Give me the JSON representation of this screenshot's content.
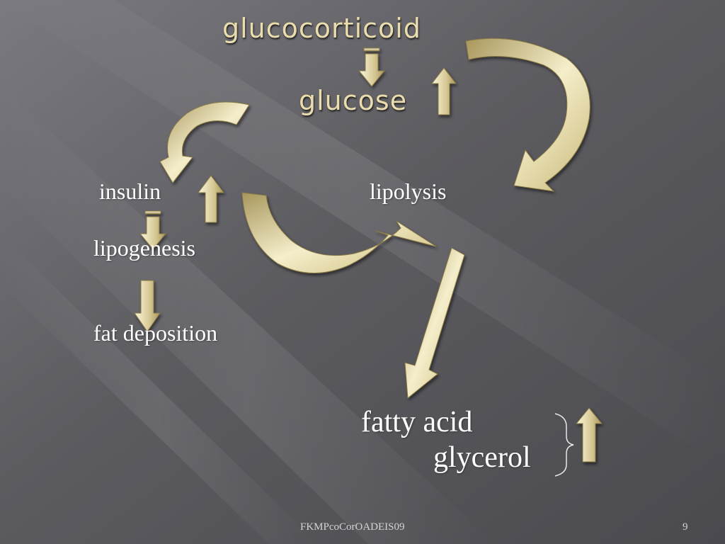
{
  "slide": {
    "title_top": "glucocorticoid",
    "title_second": "glucose",
    "label_insulin": "insulin",
    "label_lipolysis": "lipolysis",
    "label_lipogenesis": "lipogenesis",
    "label_fat_deposition": "fat deposition",
    "label_fatty_acid": "fatty acid",
    "label_glycerol": "glycerol",
    "footer": "FKMPcoCorOADEIS09",
    "page_number": "9"
  },
  "colors": {
    "background": "#58585c",
    "arrow_light": "#fbf6dc",
    "arrow_dark": "#a8975c",
    "title_text": "#e9ddb0"
  }
}
